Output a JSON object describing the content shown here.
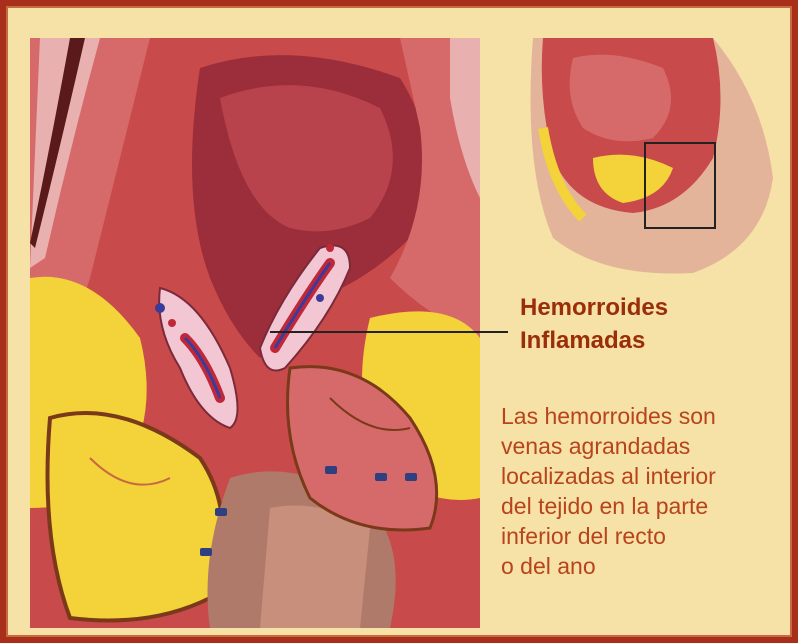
{
  "label": {
    "line1": "Hemorroides",
    "line2": "Inflamadas"
  },
  "description": {
    "lines": [
      "Las hemorroides son",
      "venas agrandadas",
      "localizadas al interior",
      "del tejido en la parte",
      "inferior del recto",
      "o del ano"
    ]
  },
  "colors": {
    "border": "#a8301a",
    "background": "#f6e1a6",
    "title_text": "#9a2d0a",
    "body_text": "#b7441c"
  }
}
